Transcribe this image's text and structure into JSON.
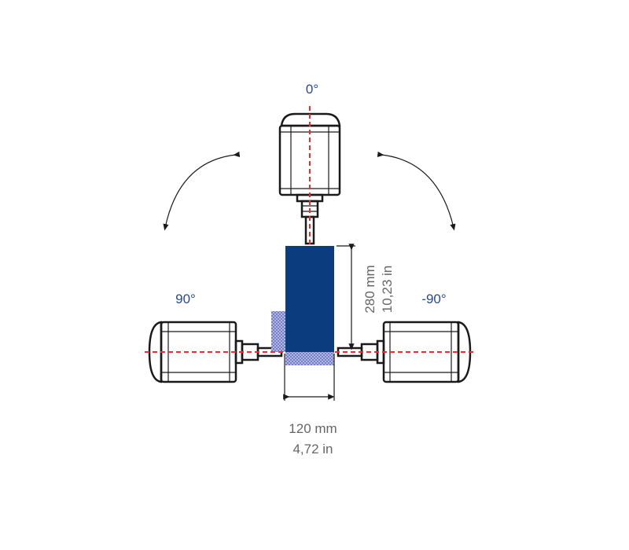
{
  "labels": {
    "angle_top": "0°",
    "angle_left": "90°",
    "angle_right": "-90°"
  },
  "dimensions": {
    "height_mm": "280 mm",
    "height_in": "10,23 in",
    "width_mm": "120 mm",
    "width_in": "4,72 in"
  },
  "colors": {
    "block": "#0b3d7e",
    "axis": "#e53030",
    "label": "#2a4a8a",
    "hatch": "#7d86c4"
  }
}
